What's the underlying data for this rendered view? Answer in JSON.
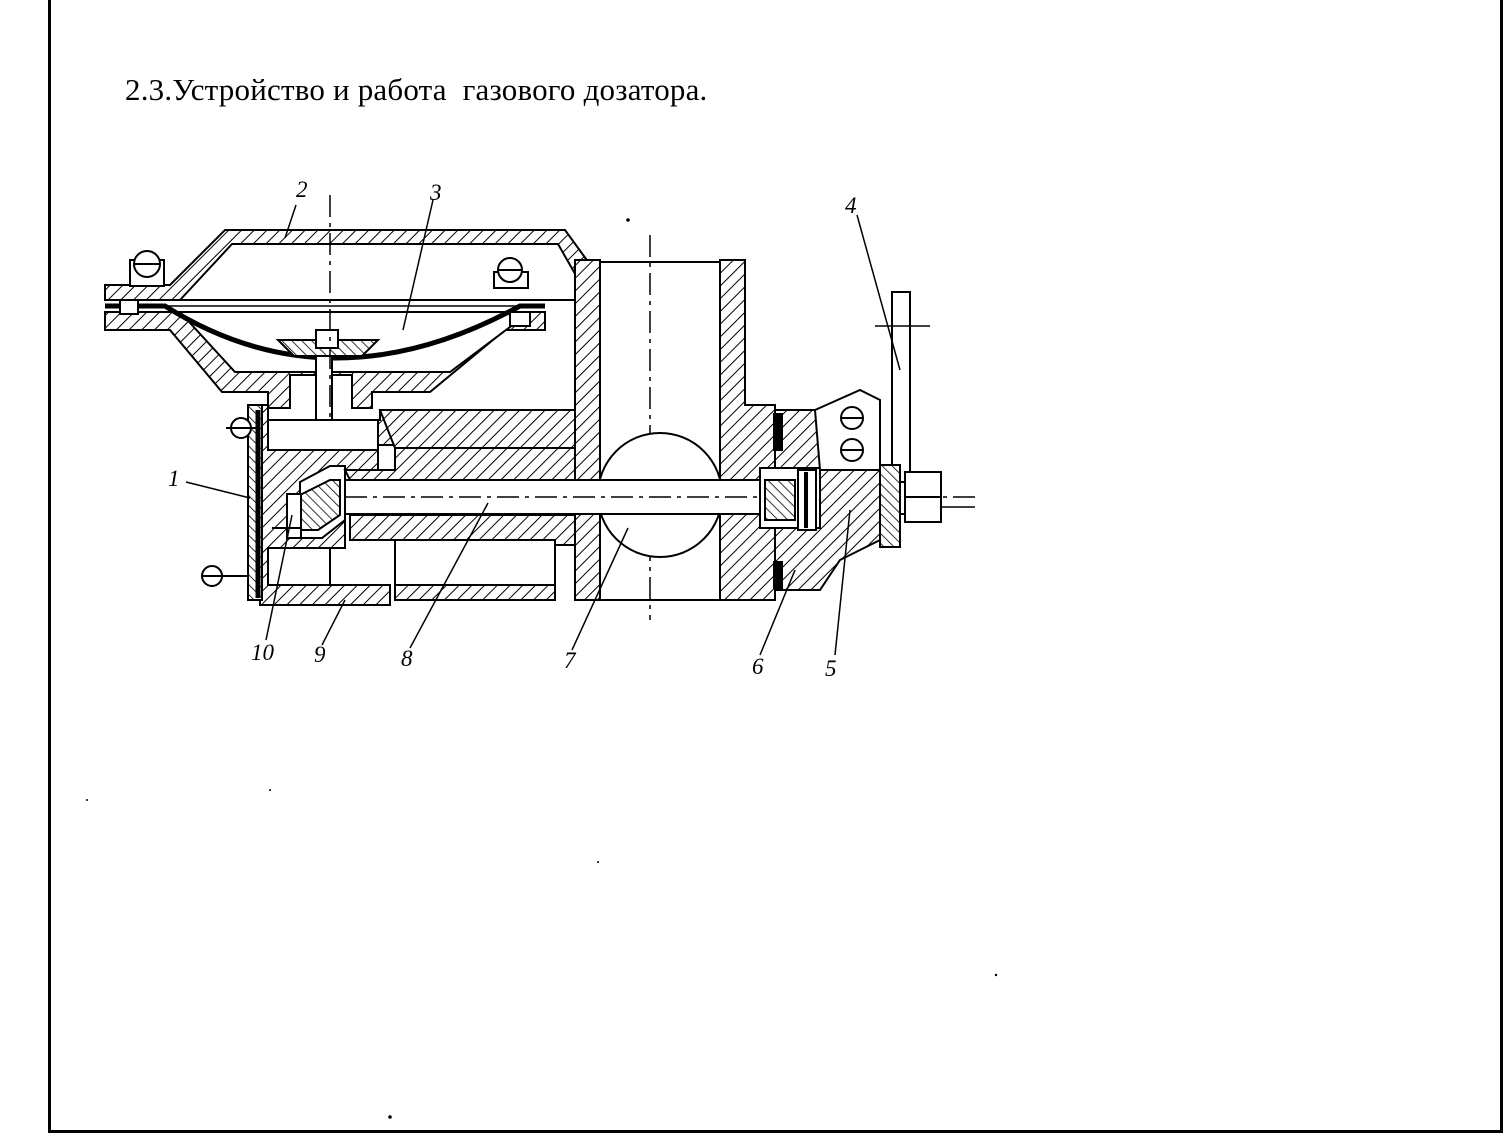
{
  "document": {
    "heading": "2.3.Устройство и работа  газового дозатора."
  },
  "diagram": {
    "callouts": [
      {
        "id": "1",
        "text": "1"
      },
      {
        "id": "2",
        "text": "2"
      },
      {
        "id": "3",
        "text": "3"
      },
      {
        "id": "4",
        "text": "4"
      },
      {
        "id": "5",
        "text": "5"
      },
      {
        "id": "6",
        "text": "6"
      },
      {
        "id": "7",
        "text": "7"
      },
      {
        "id": "8",
        "text": "8"
      },
      {
        "id": "9",
        "text": "9"
      },
      {
        "id": "10",
        "text": "10"
      }
    ]
  }
}
